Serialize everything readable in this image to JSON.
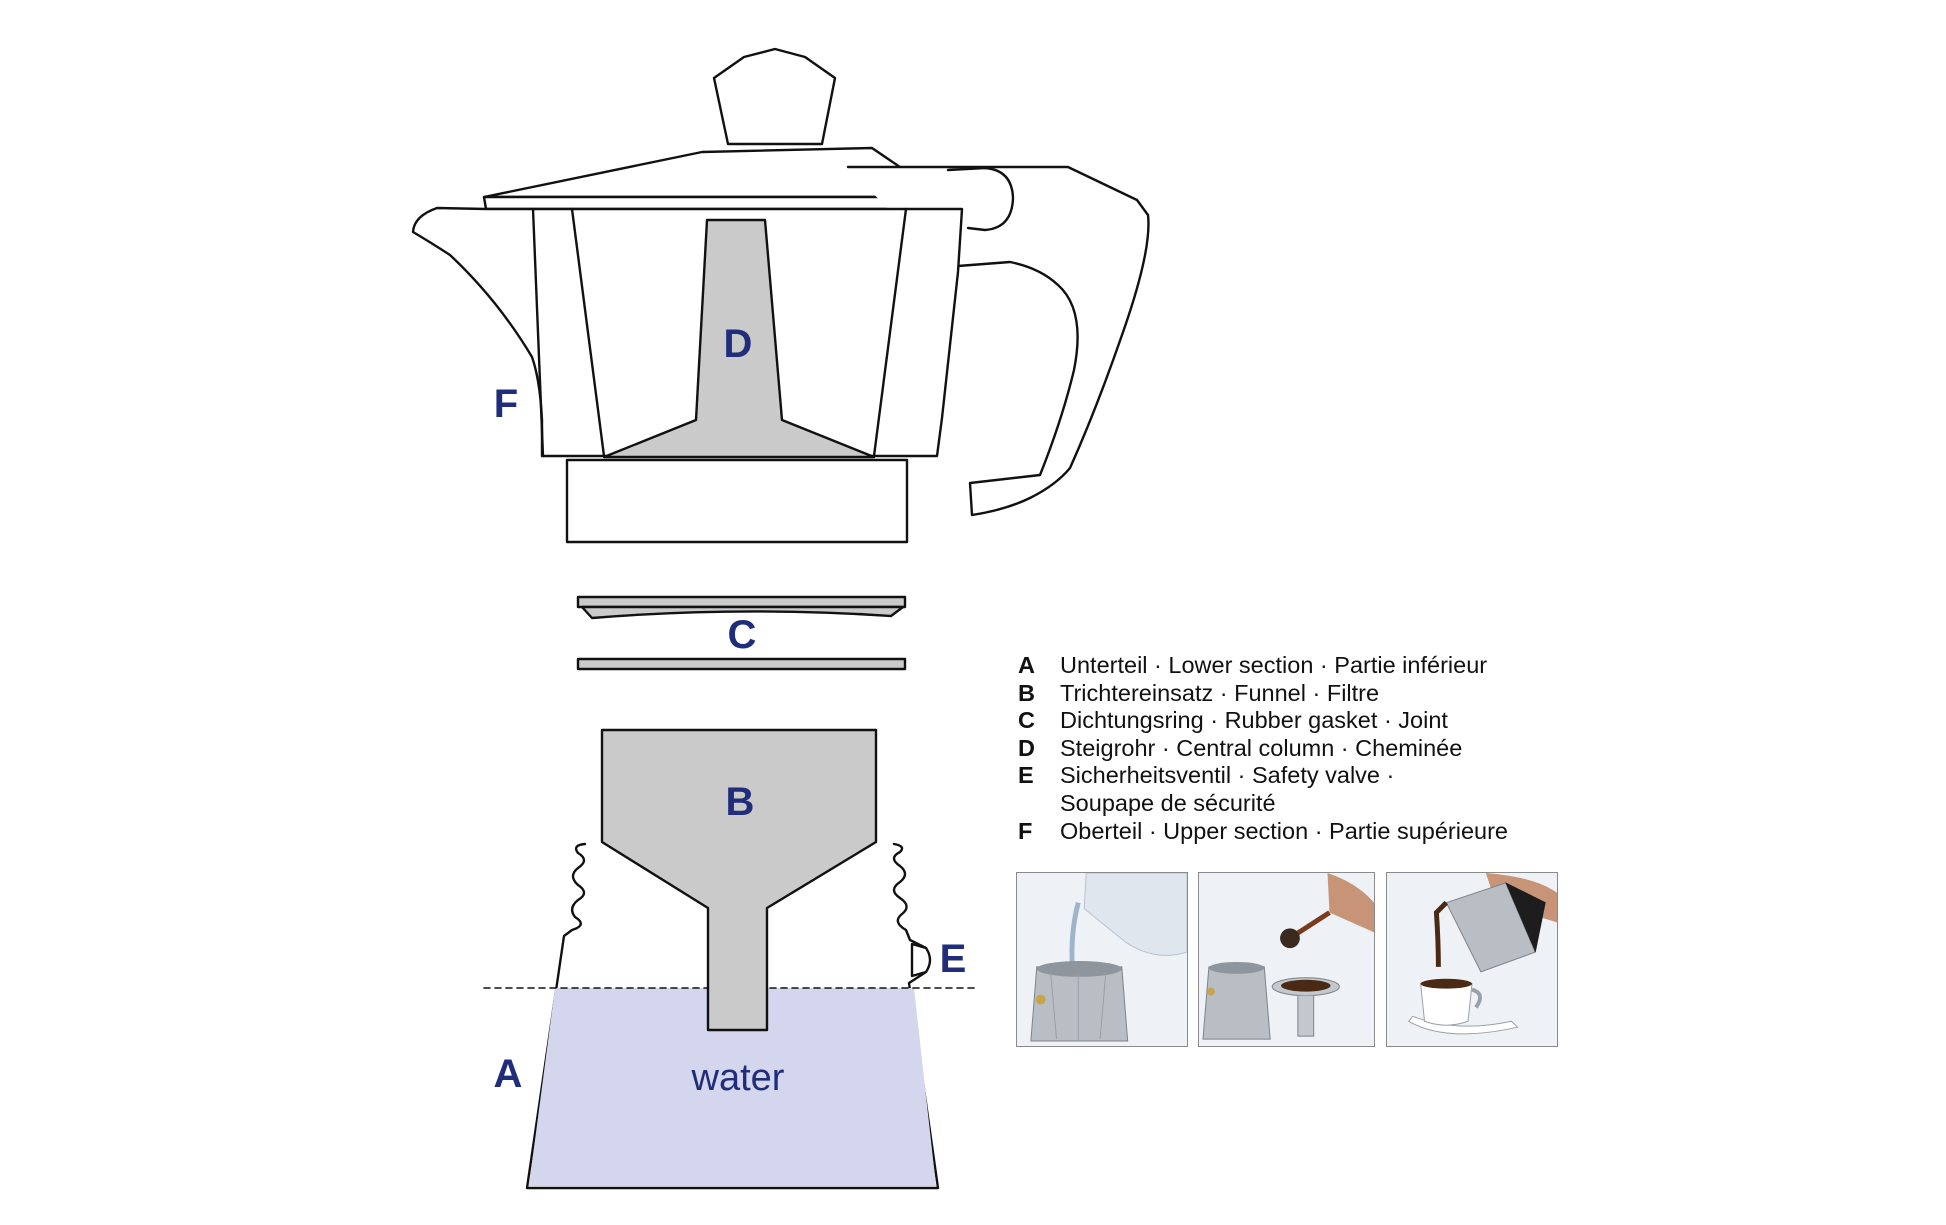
{
  "colors": {
    "outline": "#111111",
    "part_fill": "#cacaca",
    "water_fill": "#d3d6ec",
    "label": "#1f2d7a",
    "photo_bg": "#eef1f5",
    "aluminium": "#b9bec4",
    "coffee": "#4a2a14"
  },
  "labels": {
    "A": "A",
    "B": "B",
    "C": "C",
    "D": "D",
    "E": "E",
    "F": "F",
    "water": "water"
  },
  "legend": [
    {
      "key": "A",
      "text": "Unterteil · Lower section · Partie inférieur"
    },
    {
      "key": "B",
      "text": "Trichtereinsatz · Funnel · Filtre"
    },
    {
      "key": "C",
      "text": "Dichtungsring · Rubber gasket · Joint"
    },
    {
      "key": "D",
      "text": "Steigrohr · Central column · Cheminée"
    },
    {
      "key": "E",
      "text": "Sicherheitsventil · Safety valve ·",
      "continuation": "Soupape de sécurité"
    },
    {
      "key": "F",
      "text": "Oberteil · Upper section · Partie supérieure"
    }
  ],
  "photos": [
    {
      "icon": "pouring-water-photo-icon"
    },
    {
      "icon": "filling-coffee-photo-icon"
    },
    {
      "icon": "serving-coffee-photo-icon"
    }
  ]
}
